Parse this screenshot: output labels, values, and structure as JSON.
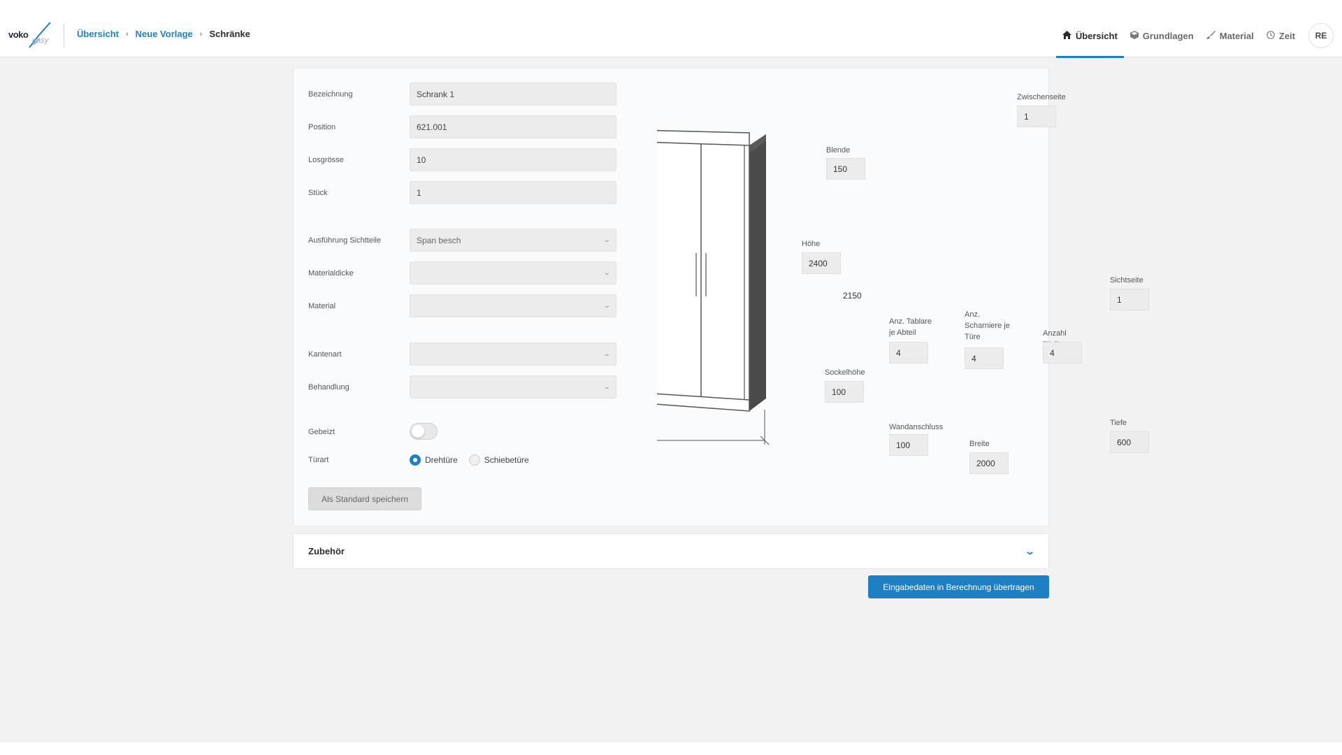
{
  "header": {
    "logo_text": "voko",
    "breadcrumb": [
      {
        "label": "Übersicht"
      },
      {
        "label": "Neue Vorlage"
      },
      {
        "label": "Schränke"
      }
    ],
    "breadcrumb_separator": "›",
    "nav": [
      {
        "label": "Übersicht",
        "icon": "home-icon",
        "active": true
      },
      {
        "label": "Grundlagen",
        "icon": "cube-icon",
        "active": false
      },
      {
        "label": "Material",
        "icon": "brush-icon",
        "active": false
      },
      {
        "label": "Zeit",
        "icon": "clock-icon",
        "active": false
      }
    ],
    "avatar": "RE"
  },
  "form": {
    "bezeichnung": {
      "label": "Bezeichnung",
      "value": "Schrank 1"
    },
    "position": {
      "label": "Position",
      "value": "621.001"
    },
    "losgroesse": {
      "label": "Losgrösse",
      "value": "10"
    },
    "stueck": {
      "label": "Stück",
      "value": "1"
    },
    "ausfuehrung": {
      "label": "Ausführung Sichtteile",
      "value": "Span besch"
    },
    "materialdicke": {
      "label": "Materialdicke",
      "value": ""
    },
    "material": {
      "label": "Material",
      "value": ""
    },
    "kantenart": {
      "label": "Kantenart",
      "value": ""
    },
    "behandlung": {
      "label": "Behandlung",
      "value": ""
    },
    "gebeizt": {
      "label": "Gebeizt",
      "on": false
    },
    "tuerart": {
      "label": "Türart",
      "options": [
        {
          "label": "Drehtüre",
          "checked": true
        },
        {
          "label": "Schiebetüre",
          "checked": false
        }
      ]
    },
    "save_default_label": "Als Standard speichern"
  },
  "diagram": {
    "zwischenseite": {
      "label": "Zwischenseite",
      "value": "1"
    },
    "blende": {
      "label": "Blende",
      "value": "150"
    },
    "hoehe": {
      "label": "Höhe",
      "value": "2400"
    },
    "inner_height": "2150",
    "sichtseite": {
      "label": "Sichtseite",
      "value": "1"
    },
    "tablare": {
      "label": "Anz. Tablare je Abteil",
      "value": "4"
    },
    "scharniere": {
      "label": "Anz. Scharniere je Türe",
      "value": "4"
    },
    "tuerli": {
      "label": "Anzahl Türli",
      "value": "4"
    },
    "sockelhoehe": {
      "label": "Sockelhöhe",
      "value": "100"
    },
    "wandanschluss": {
      "label": "Wandanschluss",
      "value": "100"
    },
    "breite": {
      "label": "Breite",
      "value": "2000"
    },
    "tiefe": {
      "label": "Tiefe",
      "value": "600"
    }
  },
  "accessories": {
    "title": "Zubehör"
  },
  "transfer_button": "Eingabedaten in Berechnung übertragen",
  "colors": {
    "accent": "#1e7fc2",
    "background": "#f2f2f2",
    "field": "#ececec",
    "cabinet_side": "#4a4a4a"
  }
}
